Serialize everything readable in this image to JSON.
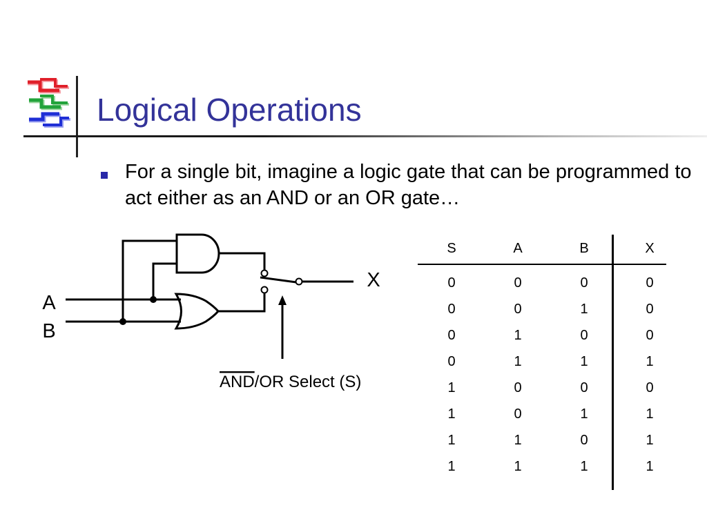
{
  "slide": {
    "title": "Logical Operations",
    "bullet": "For a single bit, imagine a logic gate that can be programmed to act either as an AND or an OR gate…"
  },
  "circuit": {
    "input_a": "A",
    "input_b": "B",
    "output": "X",
    "select_label_overlined": "AND",
    "select_label_rest": "/OR Select (S)"
  },
  "truth_table": {
    "headers": [
      "S",
      "A",
      "B",
      "X"
    ],
    "rows": [
      [
        "0",
        "0",
        "0",
        "0"
      ],
      [
        "0",
        "0",
        "1",
        "0"
      ],
      [
        "0",
        "1",
        "0",
        "0"
      ],
      [
        "0",
        "1",
        "1",
        "1"
      ],
      [
        "1",
        "0",
        "0",
        "0"
      ],
      [
        "1",
        "0",
        "1",
        "1"
      ],
      [
        "1",
        "1",
        "0",
        "1"
      ],
      [
        "1",
        "1",
        "1",
        "1"
      ]
    ]
  },
  "colors": {
    "title": "#333399",
    "bullet": "#2929a8",
    "logo_red": "#e0202a",
    "logo_green": "#22a33a",
    "logo_blue": "#1f2fd6"
  }
}
